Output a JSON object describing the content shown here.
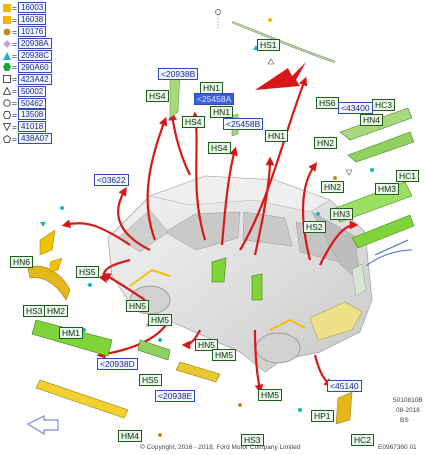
{
  "legend": [
    {
      "symbol": "square-filled",
      "color": "#f2b800",
      "code": "16003"
    },
    {
      "symbol": "square-filled",
      "color": "#f2b800",
      "code": "16038"
    },
    {
      "symbol": "circle-filled",
      "color": "#c48a20",
      "code": "10176"
    },
    {
      "symbol": "diamond-filled",
      "color": "#c8a0e0",
      "code": "20938A"
    },
    {
      "symbol": "triangle-filled",
      "color": "#18b5c8",
      "code": "20938C"
    },
    {
      "symbol": "hexagon-filled",
      "color": "#18a838",
      "code": "290A60"
    },
    {
      "symbol": "square-outline",
      "color": "#555555",
      "code": "423A42"
    },
    {
      "symbol": "triangle-outline",
      "color": "#555555",
      "code": "50002"
    },
    {
      "symbol": "circle-outline",
      "color": "#555555",
      "code": "50462"
    },
    {
      "symbol": "hexagon-outline",
      "color": "#555555",
      "code": "13508"
    },
    {
      "symbol": "triangle-down-outline",
      "color": "#555555",
      "code": "41018"
    },
    {
      "symbol": "pentagon-outline",
      "color": "#555555",
      "code": "438A07"
    }
  ],
  "green_labels": {
    "hs1": "HS1",
    "hn1_a": "HN1",
    "hn1_b": "HN1",
    "hn1_c": "HN1",
    "hs4_a": "HS4",
    "hs4_b": "HS4",
    "hs4_c": "HS4",
    "hs6": "HS6",
    "hc3": "HC3",
    "hn4": "HN4",
    "hn2_a": "HN2",
    "hc1": "HC1",
    "hn2_b": "HN2",
    "hm3": "HM3",
    "hn3": "HN3",
    "hs2": "HS2",
    "hn6": "HN6",
    "hs5_a": "HS5",
    "hs3": "HS3",
    "hm2": "HM2",
    "hm1": "HM1",
    "hn5_a": "HN5",
    "hm5_a": "HM5",
    "hn5_b": "HN5",
    "hm5_b": "HM5",
    "hs5_b": "HS5",
    "hm5_c": "HM5",
    "hm4": "HM4",
    "hs3_b": "HS3",
    "hp1": "HP1",
    "hc2": "HC2"
  },
  "blue_labels": {
    "b20938b": "<20938B",
    "b25458a": "<25458A",
    "b25458b": "<25458B",
    "b43400": "<43400",
    "b03622": "<03622",
    "b20938d": "<20938D",
    "b20938e": "<20938E",
    "b45140": "<45140"
  },
  "footer": {
    "copyright": "© Copyright, 2016 - 2018, Ford Motor Company Limited",
    "doc_number": "5010810B",
    "date": "08-2018",
    "market": "BS",
    "ref": "E0967360 01"
  },
  "colors": {
    "yellow_part": "#f2c200",
    "green_part": "#7fd43a",
    "red_arrow": "#d81818",
    "car_body": "#e4e4e4",
    "label_border_green": "#1c5f1c",
    "label_border_blue": "#2e4fb0"
  }
}
